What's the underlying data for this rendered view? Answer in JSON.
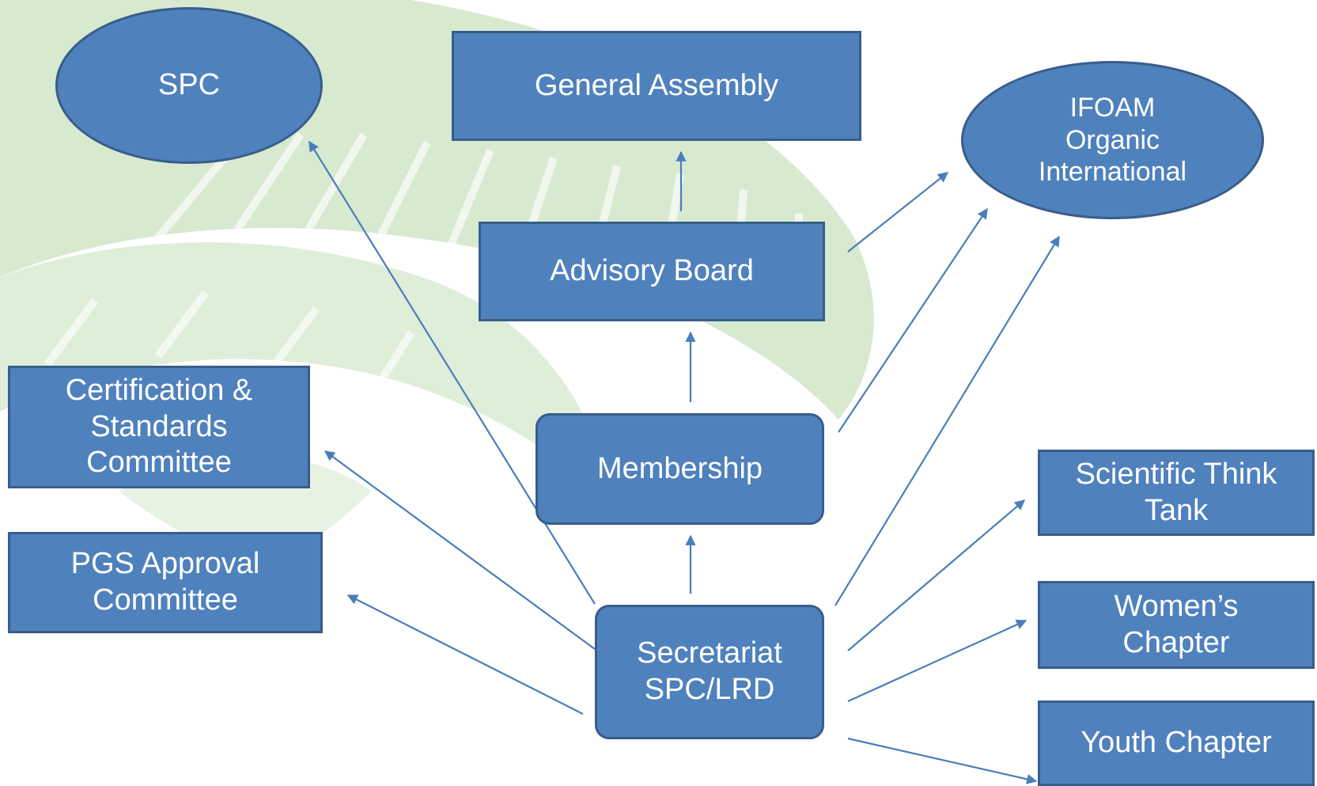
{
  "colors": {
    "node_fill": "#4f81bd",
    "node_border": "#385d8a",
    "text": "#ffffff",
    "arrow": "#4a7ebb",
    "leaf_background": "#d7ead0"
  },
  "nodes": {
    "spc": "SPC",
    "general_assembly": "General Assembly",
    "ifoam": "IFOAM\nOrganic\nInternational",
    "advisory_board": "Advisory Board",
    "certification": "Certification &\nStandards\nCommittee",
    "membership": "Membership",
    "pgs": "PGS Approval\nCommittee",
    "scientific": "Scientific Think\nTank",
    "secretariat": "Secretariat\nSPC/LRD",
    "womens": "Women’s\nChapter",
    "youth": "Youth Chapter"
  },
  "edges": [
    {
      "from": "secretariat",
      "to": "membership"
    },
    {
      "from": "membership",
      "to": "advisory_board"
    },
    {
      "from": "advisory_board",
      "to": "general_assembly"
    },
    {
      "from": "advisory_board",
      "to": "ifoam"
    },
    {
      "from": "membership",
      "to": "ifoam"
    },
    {
      "from": "secretariat",
      "to": "ifoam"
    },
    {
      "from": "secretariat",
      "to": "spc"
    },
    {
      "from": "secretariat",
      "to": "certification"
    },
    {
      "from": "secretariat",
      "to": "pgs"
    },
    {
      "from": "secretariat",
      "to": "scientific"
    },
    {
      "from": "secretariat",
      "to": "womens"
    },
    {
      "from": "secretariat",
      "to": "youth"
    }
  ]
}
